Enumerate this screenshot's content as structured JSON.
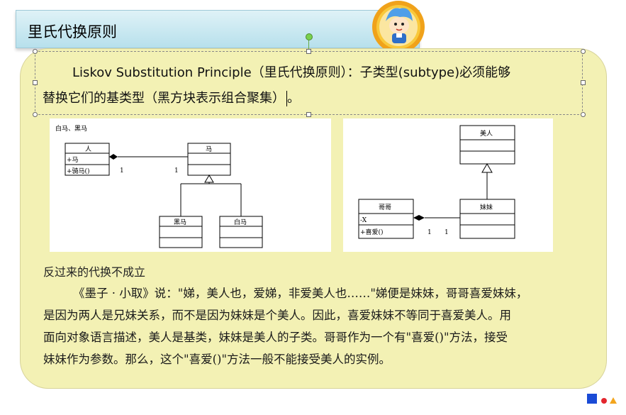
{
  "slide": {
    "title": "里氏代换原则",
    "intro_line1": "Liskov Substitution Principle（里氏代换原则）：子类型(subtype)必须能够",
    "intro_line2": "替换它们的基类型（黑方块表示组合聚集）",
    "intro_line2_tail": "。",
    "subheading": "反过来的代换不成立",
    "paragraph": [
      "《墨子 · 小取》说：\"娣，美人也，爱娣，非爱美人也……\"娣便是妹妹，哥哥喜爱妹妹，",
      "是因为两人是兄妹关系，而不是因为妹妹是个美人。因此，喜爱妹妹不等同于喜爱美人。用",
      "面向对象语言描述，美人是基类，妹妹是美人的子类。哥哥作为一个有\"喜爱()\"方法，接受",
      "妹妹作为参数。那么，这个\"喜爱()\"方法一般不能接受美人的实例。"
    ]
  },
  "diagram1": {
    "caption": "白马、黑马",
    "person": "人",
    "person_attr": "+马",
    "person_op": "+骑马()",
    "horse": "马",
    "black_horse": "黑马",
    "white_horse": "白马",
    "mult_left": "1",
    "mult_right": "1"
  },
  "diagram2": {
    "beauty": "美人",
    "brother": "哥哥",
    "brother_attr": "-X",
    "brother_op": "+喜爱()",
    "sister": "妹妹",
    "mult_left": "1",
    "mult_right": "1"
  },
  "colors": {
    "title_bar": "#b7e0ec",
    "panel": "#f3f1b4",
    "nav_square": "#1a4bd6",
    "nav_dot": "#e3262e",
    "nav_triangle": "#f3a51d"
  },
  "icons": {
    "mascot": "cartoon-boy-mascot-icon",
    "nav": [
      "blue-square-icon",
      "red-dot-icon",
      "orange-triangle-icon"
    ]
  }
}
